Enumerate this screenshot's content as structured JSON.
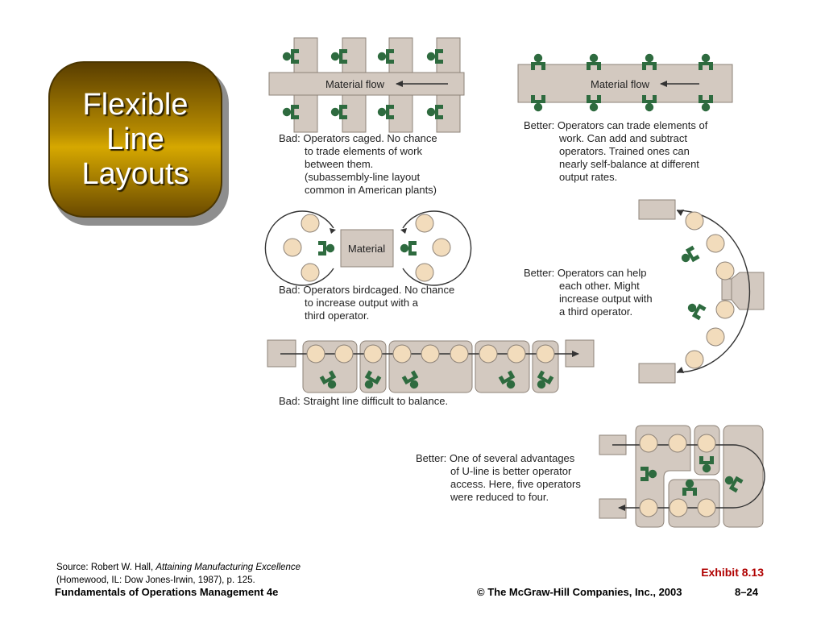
{
  "title": {
    "lines": [
      "Flexible",
      "Line",
      "Layouts"
    ]
  },
  "panels": {
    "bad_caged": {
      "flow_label": "Material flow",
      "caption": [
        "Bad: Operators caged. No chance",
        "to trade elements of work",
        "between them.",
        "(subassembly-line layout",
        "common in American plants)"
      ]
    },
    "better_trade": {
      "flow_label": "Material flow",
      "caption": [
        "Better: Operators can trade elements of",
        "work. Can add and subtract",
        "operators. Trained ones can",
        "nearly self-balance at different",
        "output rates."
      ]
    },
    "bad_birdcaged": {
      "material_label": "Material",
      "caption": [
        "Bad: Operators birdcaged. No chance",
        "to increase output with a",
        "third operator."
      ]
    },
    "better_help": {
      "caption": [
        "Better: Operators can help",
        "each other. Might",
        "increase output with",
        "a third operator."
      ]
    },
    "bad_straight": {
      "caption": [
        "Bad: Straight line difficult to balance."
      ]
    },
    "better_uline": {
      "caption": [
        "Better: One of several advantages",
        "of U-line is better operator",
        "access. Here, five operators",
        "were reduced to four."
      ]
    }
  },
  "footer": {
    "source_prefix": "Source: Robert W. Hall, ",
    "source_book": "Attaining Manufacturing Excellence",
    "source_line2": "(Homewood, IL: Dow Jones-Irwin, 1987), p. 125.",
    "exhibit": "Exhibit 8.13",
    "course": "Fundamentals of Operations Management 4e",
    "copyright": "© The McGraw-Hill Companies, Inc., 2003",
    "page": "8–24"
  },
  "colors": {
    "station": "#d3c9c0",
    "operator": "#2e6b3f",
    "circle": "#f2dcbc",
    "title_gold": "#c89a00",
    "exhibit_red": "#b00000"
  }
}
